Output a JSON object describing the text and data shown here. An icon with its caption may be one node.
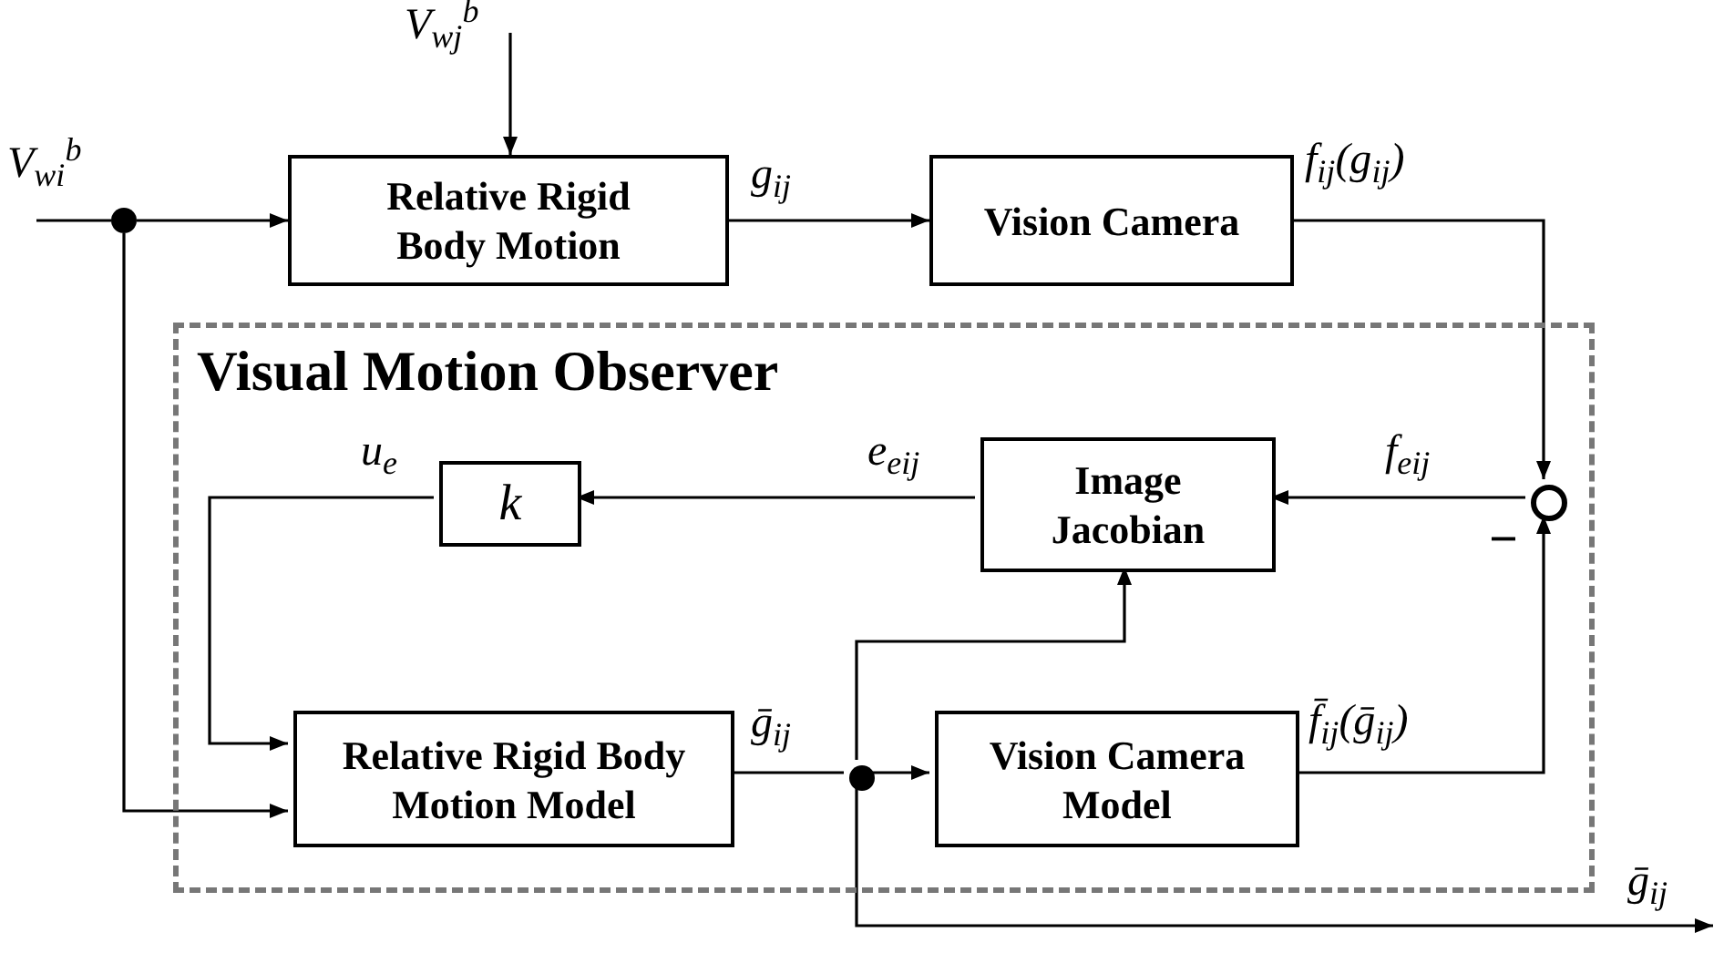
{
  "diagram": {
    "nodes": [
      {
        "text": [
          "Visual Motion Observer"
        ]
      },
      {
        "text": [
          "Relative Rigid Body Motion"
        ]
      },
      {
        "text": [
          "Vision Camera"
        ]
      },
      {
        "text": [
          "k"
        ],
        "in": 0
      },
      {
        "text": [
          "Image Jacobian"
        ],
        "in": 0
      },
      {
        "text": [],
        "shape": "circle",
        "in": 0,
        "beside": [
          "−"
        ]
      },
      {
        "text": [
          "Relative Rigid Body Motion Model"
        ],
        "in": 0
      },
      {
        "text": [
          "Vision Camera Model"
        ],
        "in": 0
      },
      {
        "text": [],
        "shape": "circle"
      },
      {
        "text": [],
        "shape": "circle",
        "in": 0
      }
    ],
    "edges": [
      {
        "from": null,
        "to": 8,
        "arrow": "none",
        "label": "V$_{wi}$$^{b}$"
      },
      {
        "from": 8,
        "to": 1,
        "arrow": "to"
      },
      {
        "from": 8,
        "to": 6,
        "arrow": "to"
      },
      {
        "from": null,
        "to": 1,
        "arrow": "to",
        "label": "V$_{wj}$$^{b}$"
      },
      {
        "from": 1,
        "to": 2,
        "arrow": "to",
        "label": "g$_{ij}$"
      },
      {
        "from": 2,
        "to": 5,
        "arrow": "to",
        "label": "f$_{ij}$(g$_{ij}$)"
      },
      {
        "from": 5,
        "to": 4,
        "arrow": "to",
        "label": "f$_{eij}$"
      },
      {
        "from": 4,
        "to": 3,
        "arrow": "to",
        "label": "e$_{eij}$"
      },
      {
        "from": 3,
        "to": 6,
        "arrow": "to",
        "label": "u$_{e}$"
      },
      {
        "from": 6,
        "to": 9,
        "arrow": "none",
        "label": "ḡ$_{ij}$"
      },
      {
        "from": 9,
        "to": 7,
        "arrow": "to"
      },
      {
        "from": 9,
        "to": 4,
        "arrow": "to"
      },
      {
        "from": 9,
        "to": null,
        "arrow": "to",
        "label": "ḡ$_{ij}$"
      },
      {
        "from": 7,
        "to": 5,
        "arrow": "to",
        "label": "f̄$_{ij}$(ḡ$_{ij}$)"
      }
    ]
  }
}
